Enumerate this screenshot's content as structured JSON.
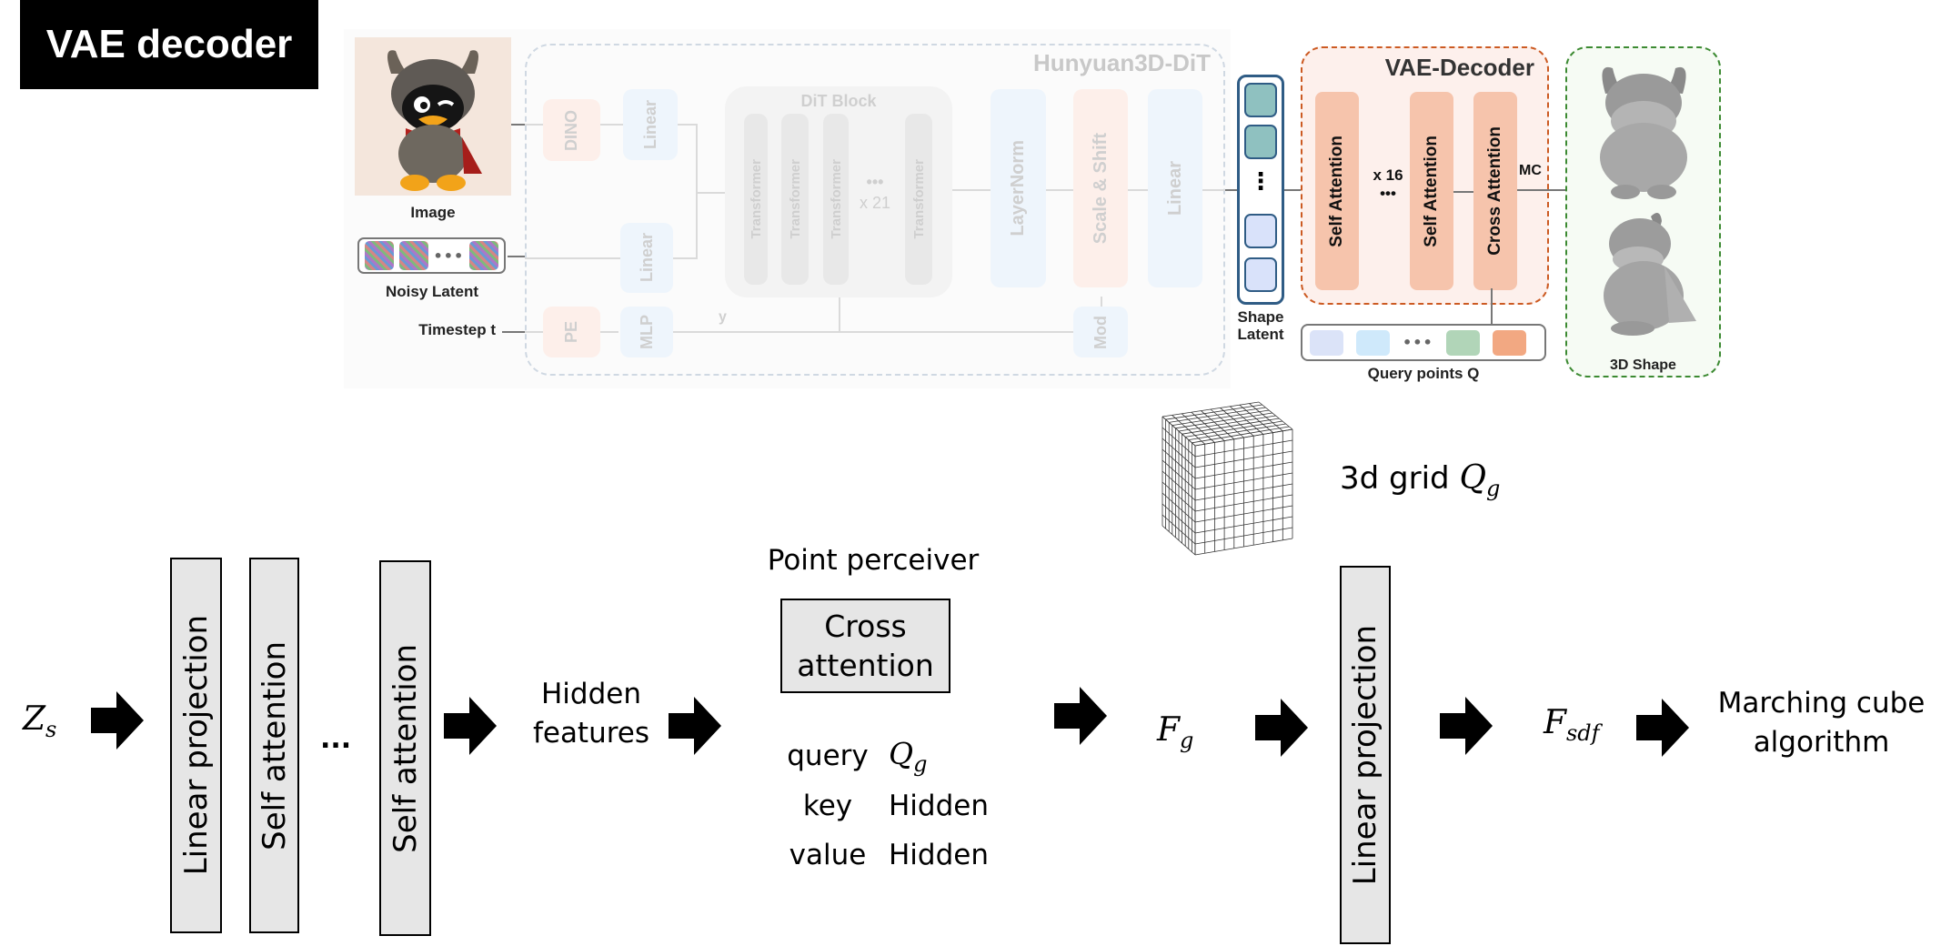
{
  "title": "VAE decoder",
  "top_figure": {
    "inputs": {
      "image_label": "Image",
      "noisy_latent_label": "Noisy Latent",
      "noisy_latent_dots": "•••",
      "timestep_label": "Timestep t"
    },
    "dit": {
      "title": "Hunyuan3D-DiT",
      "dino": "DINO",
      "linear_top": "Linear",
      "linear_mid": "Linear",
      "pe": "PE",
      "mlp": "MLP",
      "y_label": "y",
      "dit_block_title": "DiT Block",
      "transformers": [
        "Transformer",
        "Transformer",
        "Transformer",
        "Transformer"
      ],
      "repeat_dots": "•••",
      "repeat_label": "x 21",
      "layernorm": "LayerNorm",
      "scale_shift": "Scale & Shift",
      "linear_out": "Linear",
      "mod": "Mod"
    },
    "shape_latent": {
      "label_line1": "Shape",
      "label_line2": "Latent",
      "dots": "⋮",
      "colors": [
        "#8fc1c0",
        "#8fc1c0",
        "#d9e2fa",
        "#d9e2fa"
      ]
    },
    "vae_decoder": {
      "title": "VAE-Decoder",
      "self_attention_1": "Self Attention",
      "repeat_label": "x 16",
      "repeat_dots": "•••",
      "self_attention_2": "Self Attention",
      "cross_attention": "Cross Attention",
      "mc_label": "MC"
    },
    "query_points": {
      "label": "Query points Q",
      "dots": "•••",
      "colors": [
        "#dbe3f8",
        "#cfe9fb",
        "#b1d5b8",
        "#f2a882"
      ]
    },
    "output": {
      "label": "3D Shape"
    }
  },
  "grid": {
    "label": "3d grid",
    "symbol": "Q",
    "subscript": "g"
  },
  "pipeline": {
    "input_symbol": "Z",
    "input_subscript": "s",
    "linear_projection_1": "Linear projection",
    "self_attention_1": "Self attention",
    "ellipsis": "...",
    "self_attention_2": "Self attention",
    "hidden_features_line1": "Hidden",
    "hidden_features_line2": "features",
    "point_perceiver_title": "Point perceiver",
    "cross_attention_line1": "Cross",
    "cross_attention_line2": "attention",
    "qkv": {
      "query_label": "query",
      "query_symbol": "Q",
      "query_subscript": "g",
      "key_label": "key",
      "key_value": "Hidden",
      "value_label": "value",
      "value_value": "Hidden"
    },
    "fg_symbol": "F",
    "fg_subscript": "g",
    "linear_projection_2": "Linear projection",
    "fsdf_symbol": "F",
    "fsdf_subscript": "sdf",
    "output_line1": "Marching cube",
    "output_line2": "algorithm"
  }
}
